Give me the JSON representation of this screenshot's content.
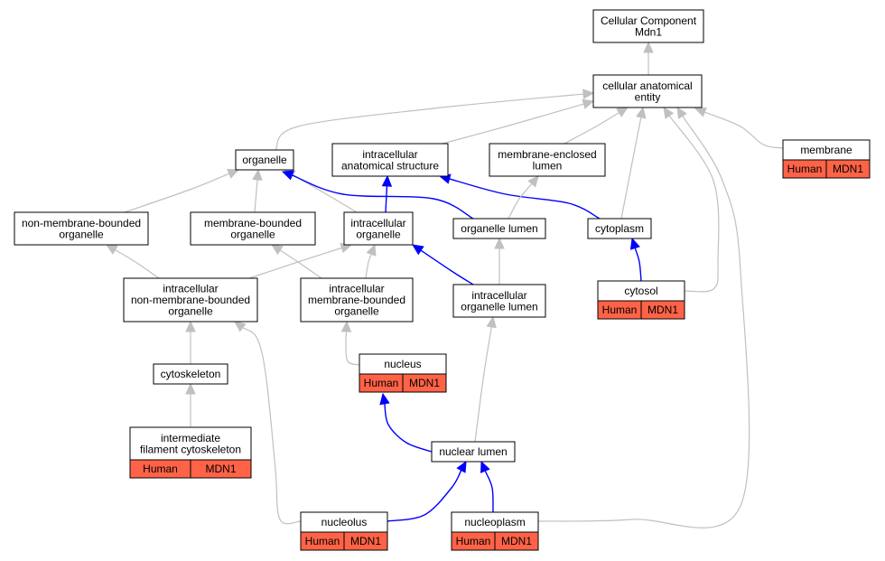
{
  "colors": {
    "edge_gray": "#c0c0c0",
    "edge_blue": "#0000ff",
    "tag_fill": "#ff6347",
    "node_border": "#000000",
    "node_fill": "#ffffff"
  },
  "nodes": {
    "cellular_component": {
      "lines": [
        "Cellular Component",
        "Mdn1"
      ]
    },
    "cellular_anatomical_entity": {
      "lines": [
        "cellular anatomical",
        "entity"
      ]
    },
    "membrane": {
      "lines": [
        "membrane"
      ],
      "tags": [
        "Human",
        "MDN1"
      ]
    },
    "organelle": {
      "lines": [
        "organelle"
      ]
    },
    "intracellular_anatomical_structure": {
      "lines": [
        "intracellular",
        "anatomical structure"
      ]
    },
    "membrane_enclosed_lumen": {
      "lines": [
        "membrane-enclosed",
        "lumen"
      ]
    },
    "non_membrane_bounded_organelle": {
      "lines": [
        "non-membrane-bounded",
        "organelle"
      ]
    },
    "membrane_bounded_organelle": {
      "lines": [
        "membrane-bounded",
        "organelle"
      ]
    },
    "intracellular_organelle": {
      "lines": [
        "intracellular",
        "organelle"
      ]
    },
    "organelle_lumen": {
      "lines": [
        "organelle lumen"
      ]
    },
    "cytoplasm": {
      "lines": [
        "cytoplasm"
      ]
    },
    "intracellular_non_membrane_bounded_organelle": {
      "lines": [
        "intracellular",
        "non-membrane-bounded",
        "organelle"
      ]
    },
    "intracellular_membrane_bounded_organelle": {
      "lines": [
        "intracellular",
        "membrane-bounded",
        "organelle"
      ]
    },
    "intracellular_organelle_lumen": {
      "lines": [
        "intracellular",
        "organelle lumen"
      ]
    },
    "cytosol": {
      "lines": [
        "cytosol"
      ],
      "tags": [
        "Human",
        "MDN1"
      ]
    },
    "cytoskeleton": {
      "lines": [
        "cytoskeleton"
      ]
    },
    "nucleus": {
      "lines": [
        "nucleus"
      ],
      "tags": [
        "Human",
        "MDN1"
      ]
    },
    "intermediate_filament_cytoskeleton": {
      "lines": [
        "intermediate",
        "filament cytoskeleton"
      ],
      "tags": [
        "Human",
        "MDN1"
      ]
    },
    "nuclear_lumen": {
      "lines": [
        "nuclear lumen"
      ]
    },
    "nucleolus": {
      "lines": [
        "nucleolus"
      ],
      "tags": [
        "Human",
        "MDN1"
      ]
    },
    "nucleoplasm": {
      "lines": [
        "nucleoplasm"
      ],
      "tags": [
        "Human",
        "MDN1"
      ]
    }
  },
  "edges": [
    {
      "from": "cellular_anatomical_entity",
      "to": "cellular_component",
      "color": "gray"
    },
    {
      "from": "membrane",
      "to": "cellular_anatomical_entity",
      "color": "gray"
    },
    {
      "from": "organelle",
      "to": "cellular_anatomical_entity",
      "color": "gray"
    },
    {
      "from": "intracellular_anatomical_structure",
      "to": "cellular_anatomical_entity",
      "color": "gray"
    },
    {
      "from": "membrane_enclosed_lumen",
      "to": "cellular_anatomical_entity",
      "color": "gray"
    },
    {
      "from": "cytoplasm",
      "to": "cellular_anatomical_entity",
      "color": "gray"
    },
    {
      "from": "cytosol",
      "to": "cellular_anatomical_entity",
      "color": "gray"
    },
    {
      "from": "nucleoplasm",
      "to": "cellular_anatomical_entity",
      "color": "gray"
    },
    {
      "from": "non_membrane_bounded_organelle",
      "to": "organelle",
      "color": "gray"
    },
    {
      "from": "membrane_bounded_organelle",
      "to": "organelle",
      "color": "gray"
    },
    {
      "from": "intracellular_organelle",
      "to": "organelle",
      "color": "gray"
    },
    {
      "from": "organelle_lumen",
      "to": "organelle",
      "color": "blue"
    },
    {
      "from": "intracellular_organelle",
      "to": "intracellular_anatomical_structure",
      "color": "blue"
    },
    {
      "from": "cytoplasm",
      "to": "intracellular_anatomical_structure",
      "color": "blue"
    },
    {
      "from": "organelle_lumen",
      "to": "membrane_enclosed_lumen",
      "color": "gray"
    },
    {
      "from": "cytosol",
      "to": "cytoplasm",
      "color": "blue"
    },
    {
      "from": "intracellular_non_membrane_bounded_organelle",
      "to": "non_membrane_bounded_organelle",
      "color": "gray"
    },
    {
      "from": "intracellular_non_membrane_bounded_organelle",
      "to": "intracellular_organelle",
      "color": "gray"
    },
    {
      "from": "intracellular_membrane_bounded_organelle",
      "to": "membrane_bounded_organelle",
      "color": "gray"
    },
    {
      "from": "intracellular_membrane_bounded_organelle",
      "to": "intracellular_organelle",
      "color": "gray"
    },
    {
      "from": "intracellular_organelle_lumen",
      "to": "intracellular_organelle",
      "color": "blue"
    },
    {
      "from": "intracellular_organelle_lumen",
      "to": "organelle_lumen",
      "color": "gray"
    },
    {
      "from": "cytoskeleton",
      "to": "intracellular_non_membrane_bounded_organelle",
      "color": "gray"
    },
    {
      "from": "nucleolus",
      "to": "intracellular_non_membrane_bounded_organelle",
      "color": "gray"
    },
    {
      "from": "nucleus",
      "to": "intracellular_membrane_bounded_organelle",
      "color": "gray"
    },
    {
      "from": "nuclear_lumen",
      "to": "intracellular_organelle_lumen",
      "color": "gray"
    },
    {
      "from": "intermediate_filament_cytoskeleton",
      "to": "cytoskeleton",
      "color": "gray"
    },
    {
      "from": "nuclear_lumen",
      "to": "nucleus",
      "color": "blue"
    },
    {
      "from": "nucleolus",
      "to": "nuclear_lumen",
      "color": "blue"
    },
    {
      "from": "nucleoplasm",
      "to": "nuclear_lumen",
      "color": "blue"
    }
  ]
}
